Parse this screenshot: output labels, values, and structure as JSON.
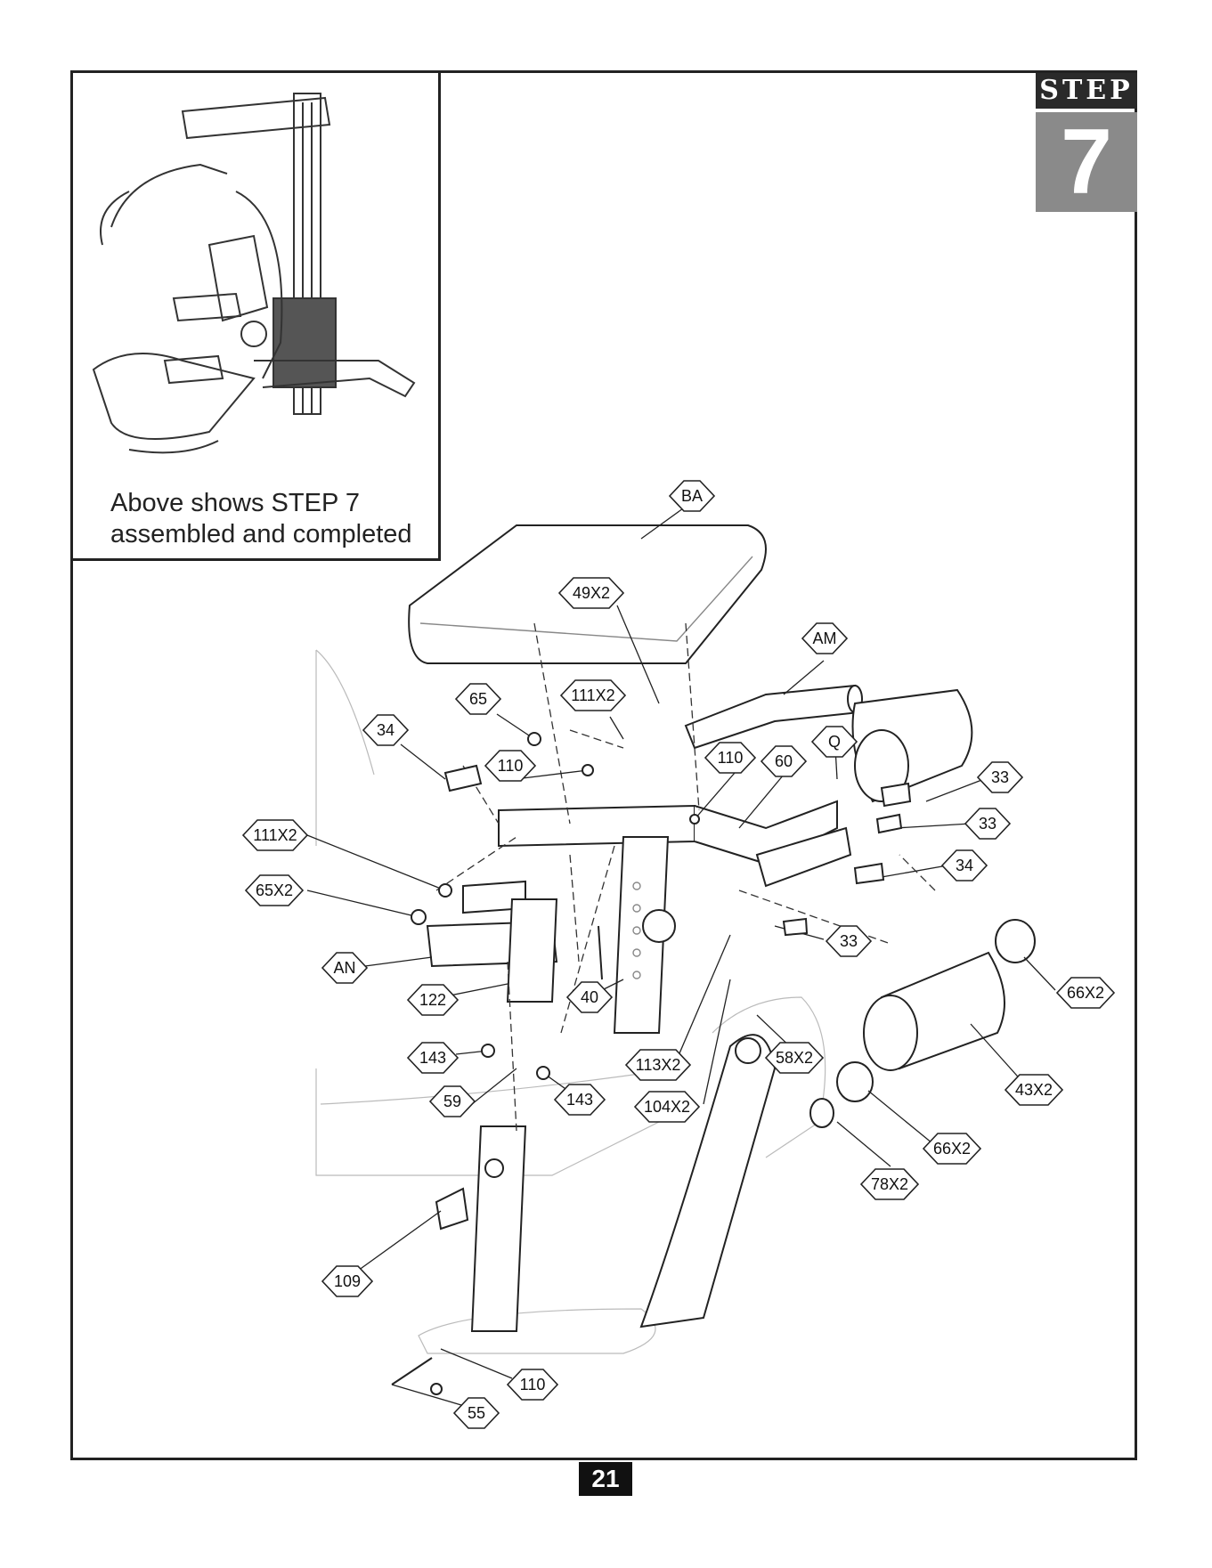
{
  "inset": {
    "caption_line1": "Above shows STEP 7",
    "caption_line2": "assembled and completed"
  },
  "step": {
    "word": "STEP",
    "number": "7"
  },
  "page_number": "21",
  "callouts": {
    "BA": "BA",
    "c49x2": "49X2",
    "AM": "AM",
    "c65": "65",
    "c111x2_top": "111X2",
    "c34_top": "34",
    "c110_left": "110",
    "c110_right": "110",
    "c60": "60",
    "Q": "Q",
    "c33_a": "33",
    "c33_b": "33",
    "c111x2_left": "111X2",
    "c34_right": "34",
    "c65x2": "65X2",
    "c33_c": "33",
    "AN": "AN",
    "c66x2_top": "66X2",
    "c122": "122",
    "c40": "40",
    "c143_left": "143",
    "c113x2": "113X2",
    "c58x2": "58X2",
    "c43x2": "43X2",
    "c59": "59",
    "c143_right": "143",
    "c104x2": "104X2",
    "c66x2_bottom": "66X2",
    "c78x2": "78X2",
    "c109": "109",
    "c110_bottom": "110",
    "c55": "55"
  }
}
